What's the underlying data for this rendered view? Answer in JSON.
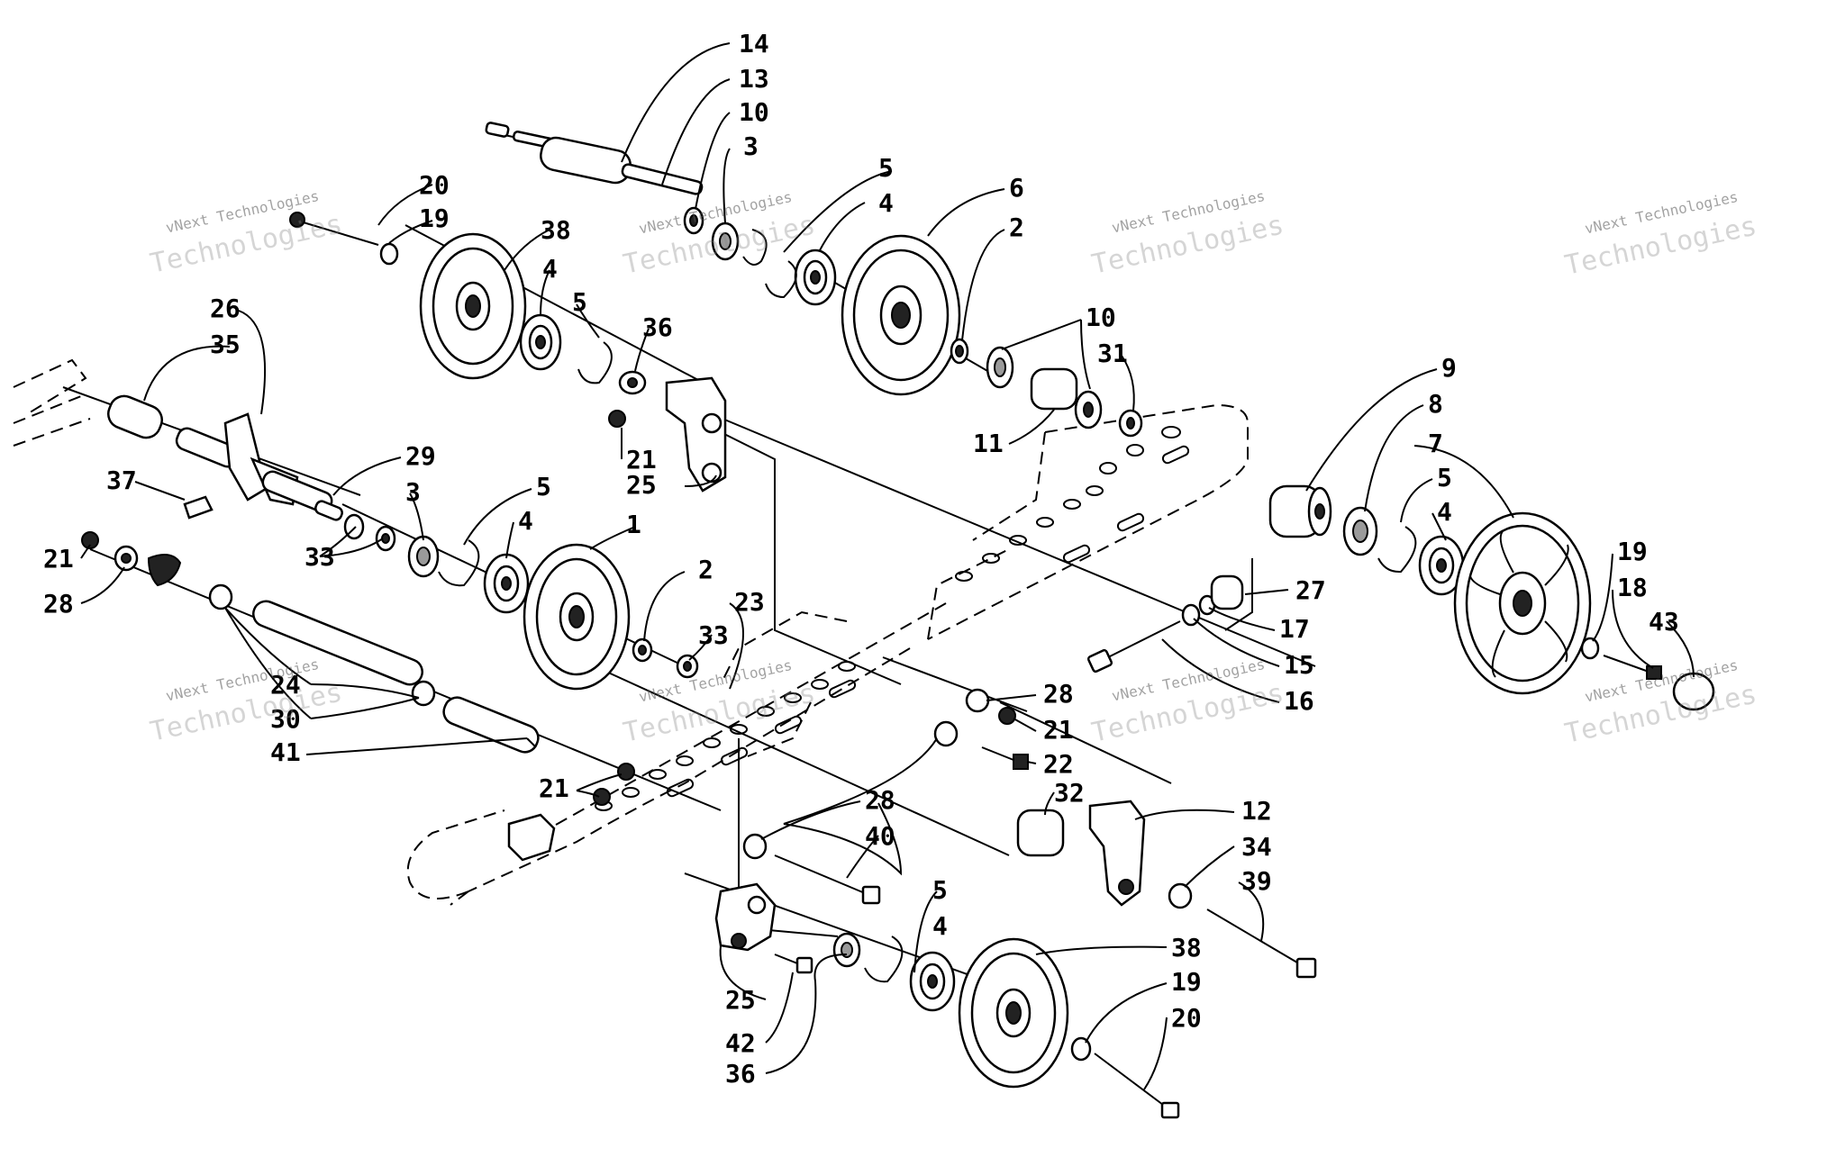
{
  "watermark": {
    "line1": "vNext Technologies",
    "line2": "Technologies"
  },
  "callouts": [
    "14",
    "13",
    "10",
    "3",
    "5",
    "4",
    "6",
    "2",
    "20",
    "19",
    "38",
    "4",
    "5",
    "36",
    "10",
    "31",
    "11",
    "26",
    "35",
    "21",
    "25",
    "37",
    "29",
    "3",
    "5",
    "4",
    "1",
    "33",
    "9",
    "8",
    "7",
    "5",
    "4",
    "21",
    "28",
    "2",
    "23",
    "33",
    "27",
    "17",
    "15",
    "16",
    "19",
    "18",
    "43",
    "24",
    "30",
    "41",
    "28",
    "21",
    "22",
    "21",
    "28",
    "40",
    "32",
    "12",
    "34",
    "39",
    "5",
    "4",
    "38",
    "19",
    "20",
    "25",
    "42",
    "36"
  ]
}
